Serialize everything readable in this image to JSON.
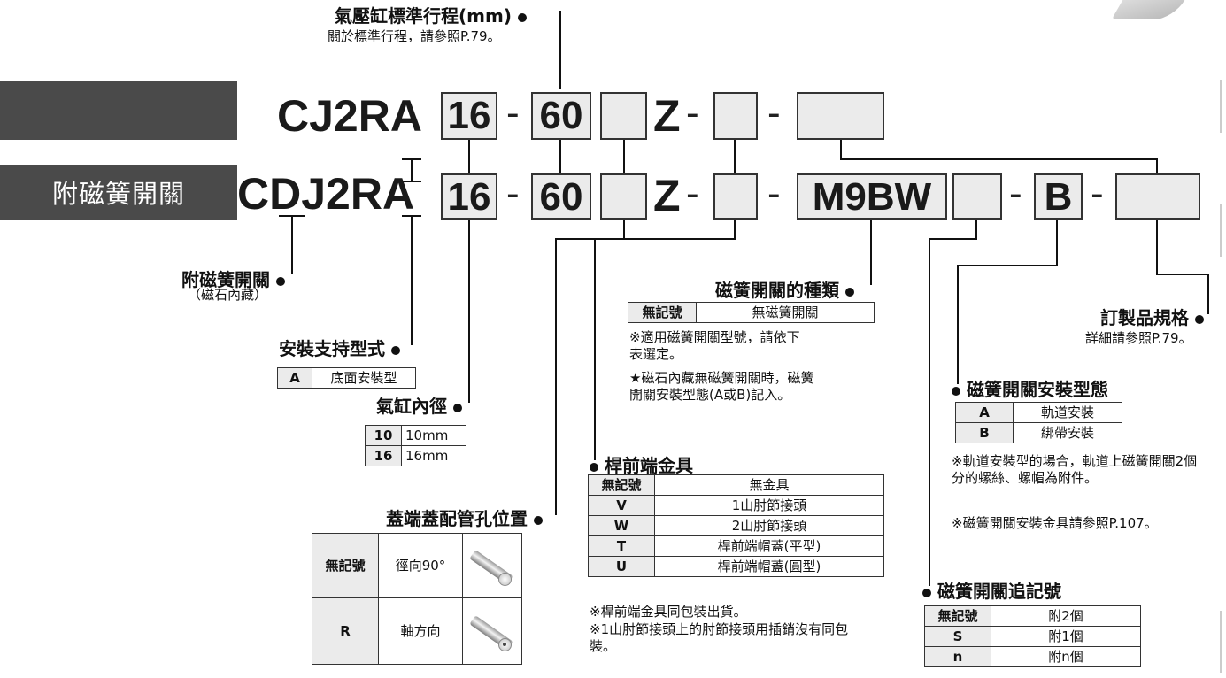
{
  "stroke_top": {
    "title": "氣壓缸標準行程(mm)",
    "note": "關於標準行程，請參照P.79。"
  },
  "row1": {
    "model": "CJ2RA",
    "bore": "16",
    "stroke": "60",
    "z": "Z"
  },
  "row2": {
    "label": "附磁簧開關",
    "model": "CDJ2RA",
    "bore": "16",
    "stroke": "60",
    "z": "Z",
    "switch": "M9BW",
    "mount": "B"
  },
  "dash": "-",
  "with_switch": {
    "title": "附磁簧開關",
    "note": "（磁石內藏）"
  },
  "mount_style": {
    "title": "安裝支持型式",
    "rows": [
      {
        "key": "A",
        "value": "底面安裝型"
      }
    ]
  },
  "bore_size": {
    "title": "氣缸內徑",
    "rows": [
      {
        "key": "10",
        "value": "10mm"
      },
      {
        "key": "16",
        "value": "16mm"
      }
    ]
  },
  "port": {
    "title": "蓋端蓋配管孔位置",
    "rows": [
      {
        "key": "無記號",
        "value": "徑向90°",
        "icon": "radial-rod-image"
      },
      {
        "key": "R",
        "value": "軸方向",
        "icon": "axial-rod-image"
      }
    ]
  },
  "switch_type": {
    "title": "磁簧開關的種類",
    "rows": [
      {
        "key": "無記號",
        "value": "無磁簧開關"
      }
    ],
    "note1": "※適用磁簧開關型號，請依下表選定。",
    "note2": "★磁石內藏無磁簧開關時，磁簧開關安裝型態(A或B)記入。"
  },
  "rod_end": {
    "title": "桿前端金具",
    "rows": [
      {
        "key": "無記號",
        "value": "無金具"
      },
      {
        "key": "V",
        "value": "1山肘節接頭"
      },
      {
        "key": "W",
        "value": "2山肘節接頭"
      },
      {
        "key": "T",
        "value": "桿前端帽蓋(平型)"
      },
      {
        "key": "U",
        "value": "桿前端帽蓋(圓型)"
      }
    ],
    "note1": "※桿前端金具同包裝出貨。",
    "note2": "※1山肘節接頭上的肘節接頭用插銷沒有同包裝。"
  },
  "switch_mount": {
    "title": "磁簧開關安裝型態",
    "rows": [
      {
        "key": "A",
        "value": "軌道安裝"
      },
      {
        "key": "B",
        "value": "綁帶安裝"
      }
    ],
    "note1": "※軌道安裝型的場合，軌道上磁簧開關2個分的螺絲、螺帽為附件。",
    "note2": "※磁簧開關安裝金具請參照P.107。"
  },
  "switch_qty": {
    "title": "磁簧開關追記號",
    "rows": [
      {
        "key": "無記號",
        "value": "附2個"
      },
      {
        "key": "S",
        "value": "附1個"
      },
      {
        "key": "n",
        "value": "附n個"
      }
    ]
  },
  "made_to_order": {
    "title": "訂製品規格",
    "note": "詳細請參照P.79。"
  }
}
